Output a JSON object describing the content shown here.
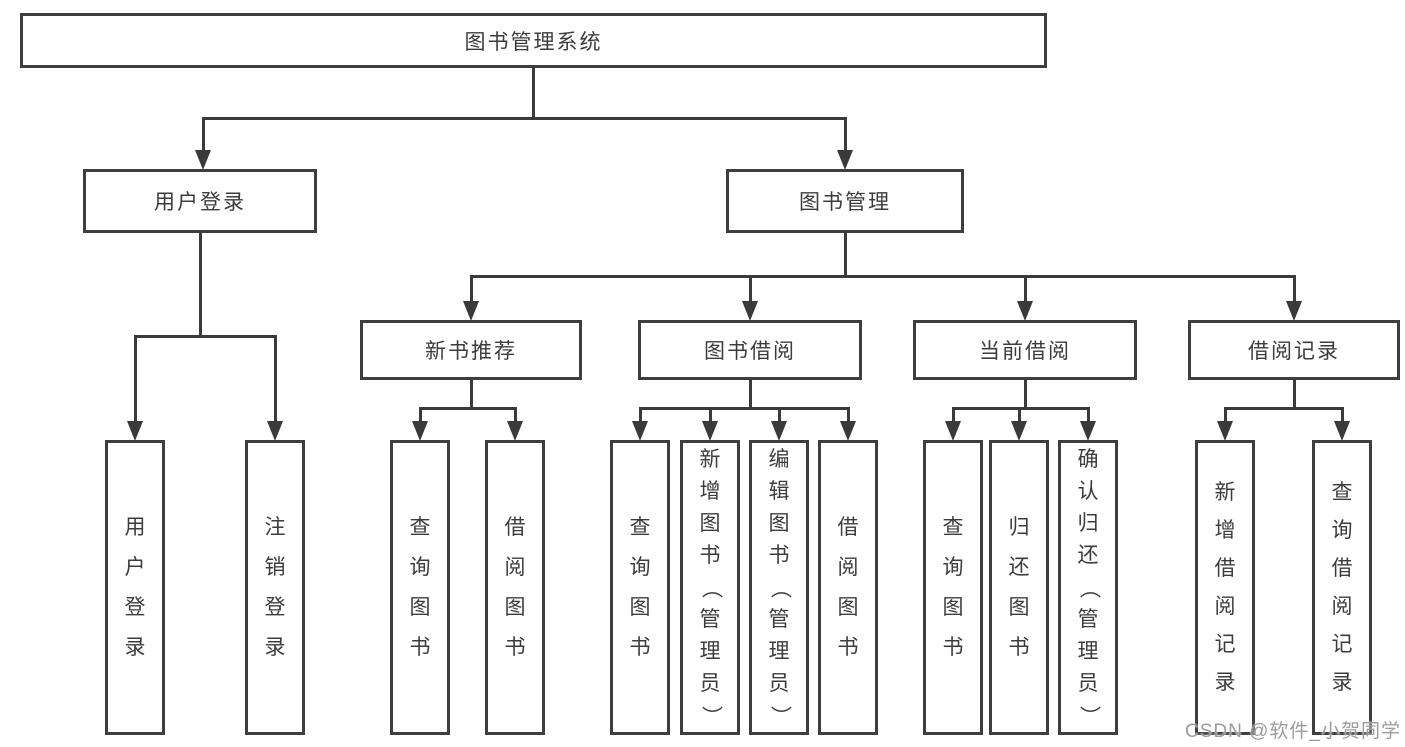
{
  "diagram": {
    "labels": {
      "root": "图书管理系统",
      "user_login": "用户登录",
      "book_mgmt": "图书管理",
      "new_book_rec": "新书推荐",
      "book_borrow": "图书借阅",
      "current_borrow": "当前借阅",
      "borrow_records": "借阅记录",
      "leaf_user_login": "用户登录",
      "leaf_logout": "注销登录",
      "leaf_query_book_rec": "查询图书",
      "leaf_borrow_book_rec": "借阅图书",
      "leaf_query_book_borrow": "查询图书",
      "leaf_add_book": "新增图书（管理员）",
      "leaf_edit_book": "编辑图书（管理员）",
      "leaf_borrow_book": "借阅图书",
      "leaf_query_book_current": "查询图书",
      "leaf_return_book": "归还图书",
      "leaf_confirm_return": "确认归还（管理员）",
      "leaf_add_borrow_record": "新增借阅记录",
      "leaf_query_borrow_record": "查询借阅记录"
    },
    "hierarchy": {
      "图书管理系统": {
        "用户登录": [
          "用户登录",
          "注销登录"
        ],
        "图书管理": {
          "新书推荐": [
            "查询图书",
            "借阅图书"
          ],
          "图书借阅": [
            "查询图书",
            "新增图书（管理员）",
            "编辑图书（管理员）",
            "借阅图书"
          ],
          "当前借阅": [
            "查询图书",
            "归还图书",
            "确认归还（管理员）"
          ],
          "借阅记录": [
            "新增借阅记录",
            "查询借阅记录"
          ]
        }
      }
    }
  },
  "watermark": {
    "text": "CSDN @软件_小贺同学"
  },
  "colors": {
    "line": "#3a3a3a",
    "box_border": "#3e3e3e",
    "text": "#3c3c3c",
    "watermark": "#9c9c9c",
    "background": "#ffffff"
  }
}
